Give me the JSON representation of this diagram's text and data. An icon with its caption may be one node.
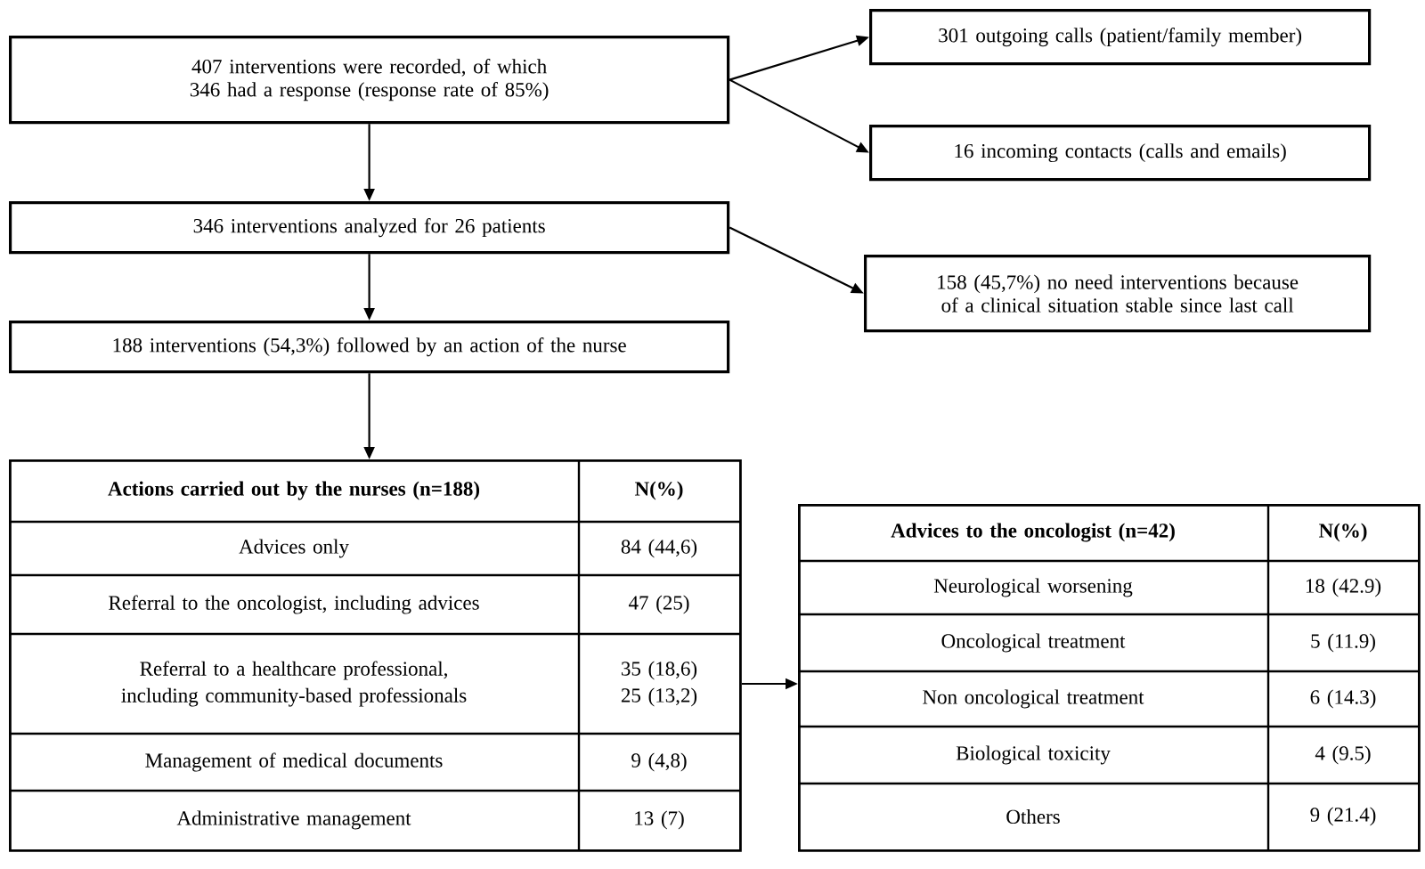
{
  "diagram": {
    "nodes": [
      {
        "text": [
          "407 interventions were recorded, of which 346 had a response (response rate of 85%)"
        ]
      },
      {
        "text": [
          "301 outgoing calls (patient/family member)"
        ]
      },
      {
        "text": [
          "16 incoming contacts (calls and emails)"
        ]
      },
      {
        "text": [
          "346 interventions analyzed for 26 patients"
        ]
      },
      {
        "text": [
          "158 (45,7%) no need interventions because of a clinical situation stable since last call"
        ]
      },
      {
        "text": [
          "188 interventions (54,3%) followed by an action of the nurse"
        ]
      },
      {
        "text": [
          "Actions carried out by the nurses (n=188)",
          "N(%)",
          "Advices only",
          "84 (44,6)",
          "Referral to the oncologist, including advices",
          "47 (25)",
          "Referral to a healthcare professional, including community-based professionals",
          "35 (18,6)",
          "25 (13,2)",
          "Management of medical documents",
          "9 (4,8)",
          "Administrative management",
          "13 (7)"
        ]
      },
      {
        "text": [
          "Advices to the oncologist (n=42)",
          "N(%)",
          "Neurological worsening",
          "18 (42.9)",
          "Oncological treatment",
          "5 (11.9)",
          "Non oncological treatment",
          "6 (14.3)",
          "Biological toxicity",
          "4 (9.5)",
          "Others",
          "9 (21.4)"
        ]
      }
    ],
    "edges": [
      {
        "from": 0,
        "to": 1,
        "arrow": "to"
      },
      {
        "from": 0,
        "to": 2,
        "arrow": "to"
      },
      {
        "from": 0,
        "to": 3,
        "arrow": "to"
      },
      {
        "from": 3,
        "to": 4,
        "arrow": "to"
      },
      {
        "from": 3,
        "to": 5,
        "arrow": "to"
      },
      {
        "from": 5,
        "to": 6,
        "arrow": "to"
      },
      {
        "from": 6,
        "to": 7,
        "arrow": "to"
      }
    ]
  }
}
